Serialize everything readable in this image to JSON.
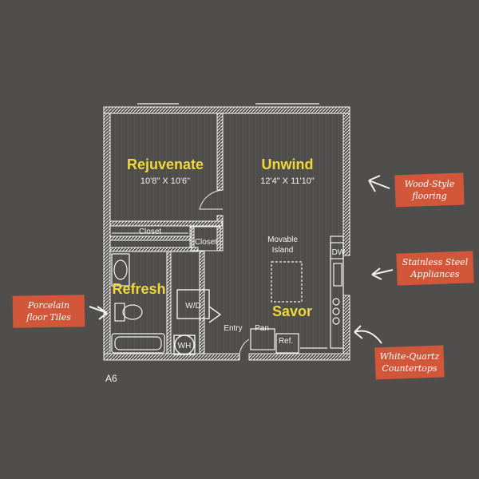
{
  "plan_label": "A6",
  "rooms": {
    "bedroom": {
      "name": "Rejuvenate",
      "size": "10'8\" X 10'6\""
    },
    "living": {
      "name": "Unwind",
      "size": "12'4\" X 11'10\""
    },
    "bath": {
      "name": "Refresh"
    },
    "kitchen": {
      "name": "Savor"
    }
  },
  "labels": {
    "closet_main": "Closet",
    "closet_small": "Closet",
    "washer_dryer": "W/D",
    "water_heater": "WH",
    "entry": "Entry",
    "pantry": "Pan",
    "refrigerator": "Ref.",
    "dishwasher": "DW",
    "island_line1": "Movable",
    "island_line2": "Island"
  },
  "callouts": {
    "flooring": [
      "Wood-Style",
      "flooring"
    ],
    "appliances": [
      "Stainless Steel",
      "Appliances"
    ],
    "countertops": [
      "White-Quartz",
      "Countertops"
    ],
    "tiles": [
      "Porcelain",
      "floor Tiles"
    ]
  },
  "colors": {
    "background": "#4f4e4c",
    "line": "#f2f2f2",
    "room_name": "#f1d83a",
    "tag": "#d2573a",
    "tag_text": "#ffffff"
  }
}
